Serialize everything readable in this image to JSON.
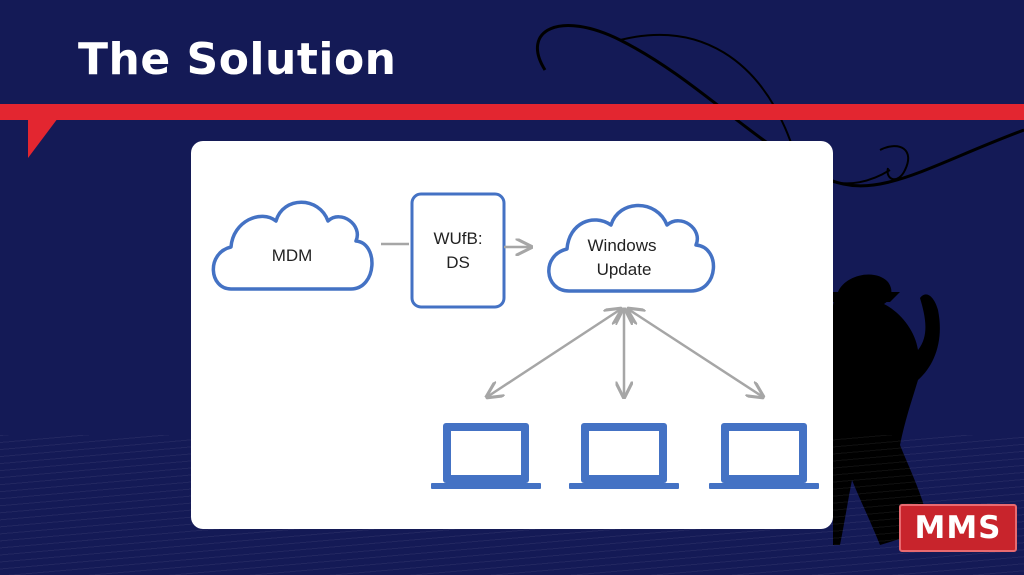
{
  "slide": {
    "title": "The Solution",
    "logo_text": "MMS"
  },
  "diagram": {
    "nodes": {
      "mdm": "MDM",
      "wufb_line1": "WUfB:",
      "wufb_line2": "DS",
      "wu_line1": "Windows",
      "wu_line2": "Update"
    },
    "devices": [
      "laptop",
      "laptop",
      "laptop"
    ],
    "icons": [
      "cloud-icon",
      "laptop-icon",
      "fisherman-silhouette-icon"
    ]
  },
  "colors": {
    "background": "#141a56",
    "accent_red": "#e32630",
    "diagram_blue": "#4472c4",
    "arrow_gray": "#a6a6a6",
    "card": "#ffffff"
  }
}
